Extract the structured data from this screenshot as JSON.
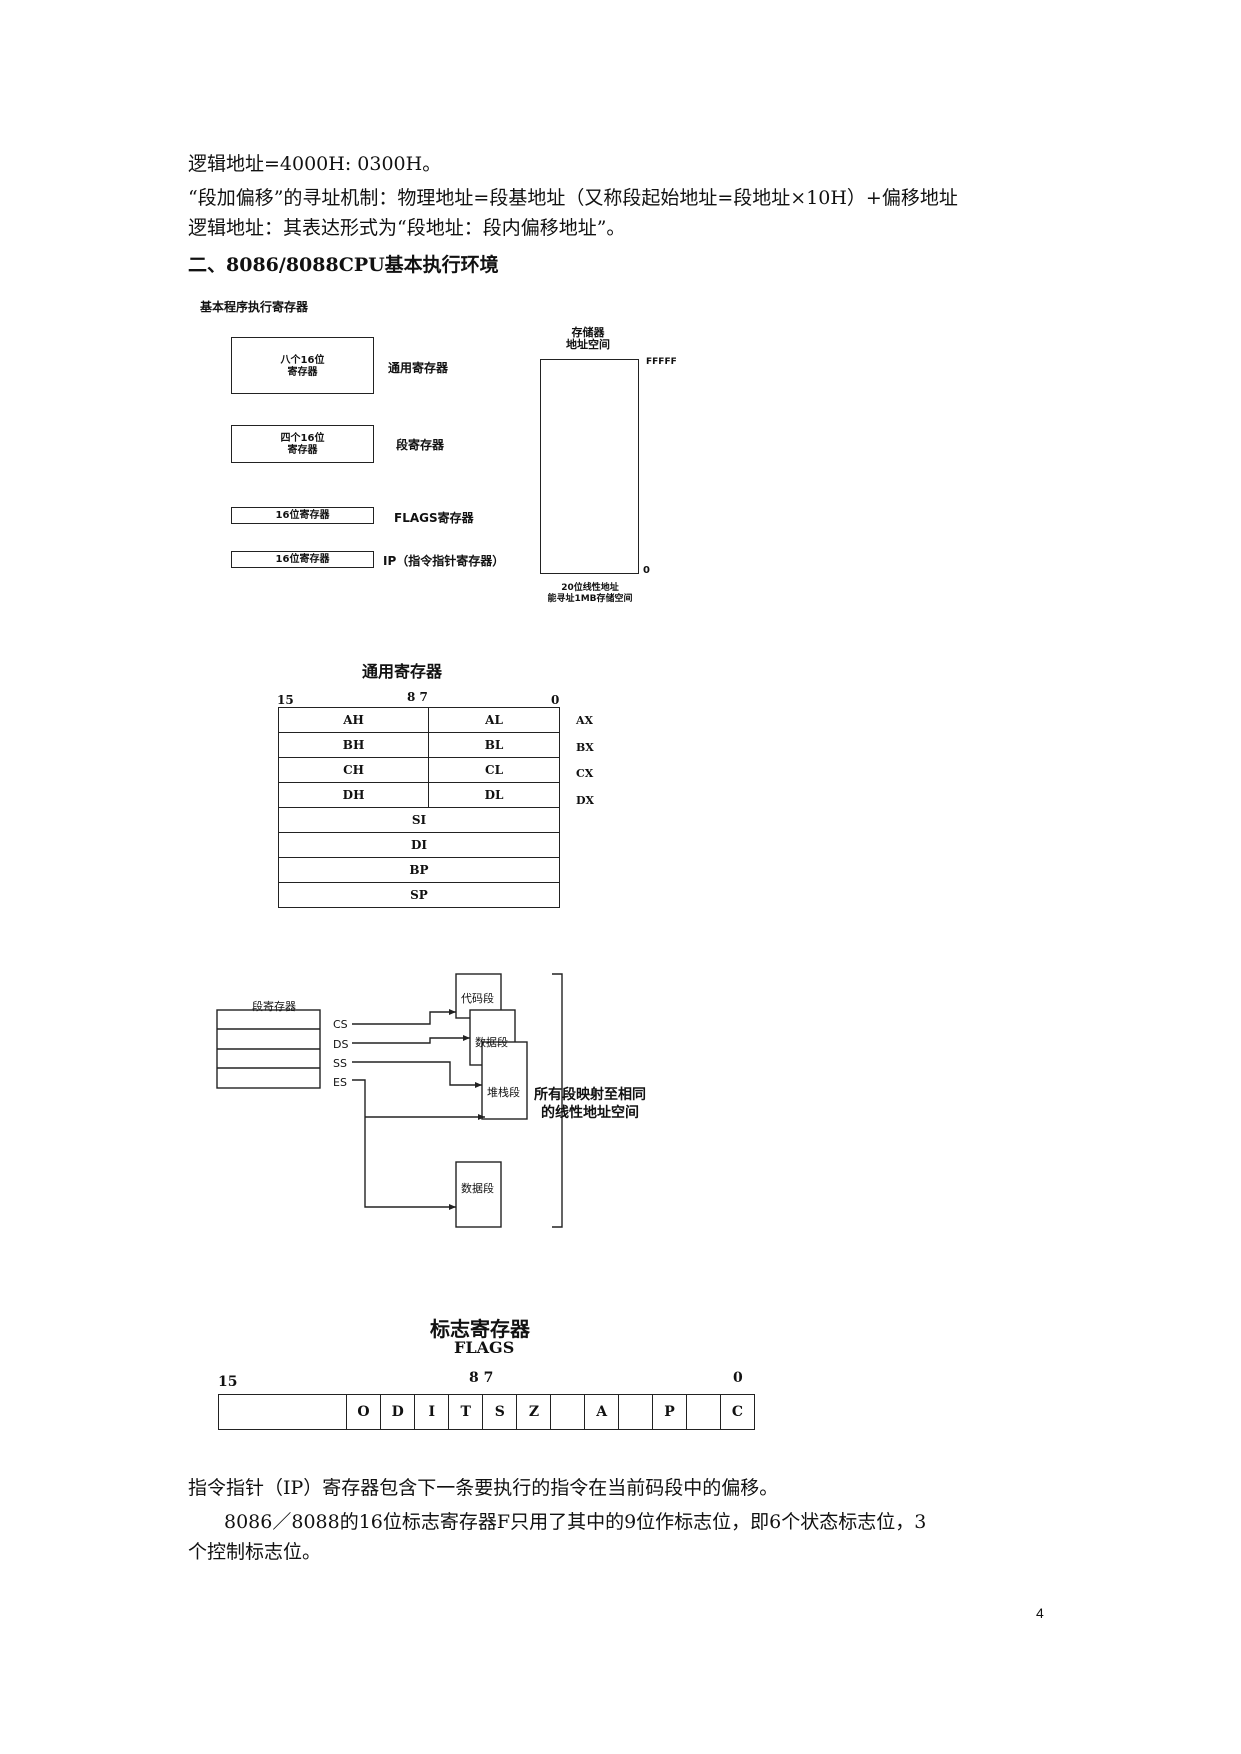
{
  "text": {
    "line1": "逻辑地址=4000H: 0300H。",
    "line2": "“段加偏移”的寻址机制：物理地址=段基地址（又称段起始地址=段地址×10H）+偏移地址",
    "line3": "逻辑地址：其表达形式为“段地址：段内偏移地址”。",
    "heading": "二、8086/8088CPU基本执行环境",
    "para_ip": "指令指针（IP）寄存器包含下一条要执行的指令在当前码段中的偏移。",
    "para_flags_1": "8086／8088的16位标志寄存器F只用了其中的9位作标志位，即6个状态标志位，3",
    "para_flags_2": "个控制标志位。",
    "page_number": "4"
  },
  "fig1": {
    "title": "基本程序执行寄存器",
    "box1": "八个16位\n寄存器",
    "box1_label": "通用寄存器",
    "box2": "四个16位\n寄存器",
    "box2_label": "段寄存器",
    "box3": "16位寄存器",
    "box3_label": "FLAGS寄存器",
    "box4": "16位寄存器",
    "box4_label": "IP（指令指针寄存器）",
    "mem_title": "存储器\n地址空间",
    "mem_top": "FFFFF",
    "mem_bottom": "0",
    "mem_caption": "20位线性地址\n能寻址1MB存储空间"
  },
  "fig2": {
    "title": "通用寄存器",
    "bit15": "15",
    "bit87": "8 7",
    "bit0": "0",
    "rows": [
      {
        "hi": "AH",
        "lo": "AL",
        "name": "AX"
      },
      {
        "hi": "BH",
        "lo": "BL",
        "name": "BX"
      },
      {
        "hi": "CH",
        "lo": "CL",
        "name": "CX"
      },
      {
        "hi": "DH",
        "lo": "DL",
        "name": "DX"
      }
    ],
    "full": [
      "SI",
      "DI",
      "BP",
      "SP"
    ]
  },
  "fig3": {
    "title": "段寄存器",
    "regs": [
      "CS",
      "DS",
      "SS",
      "ES"
    ],
    "seg_code": "代码段",
    "seg_data": "数据段",
    "seg_stack": "堆栈段",
    "seg_data2": "数据段",
    "note": "所有段映射至相同\n的线性地址空间"
  },
  "fig4": {
    "title": "标志寄存器",
    "subtitle": "FLAGS",
    "bit15": "15",
    "bit87": "8  7",
    "bit0": "0",
    "cells": [
      "",
      "O",
      "D",
      "I",
      "T",
      "S",
      "Z",
      "",
      "A",
      "",
      "P",
      "",
      "C"
    ]
  }
}
